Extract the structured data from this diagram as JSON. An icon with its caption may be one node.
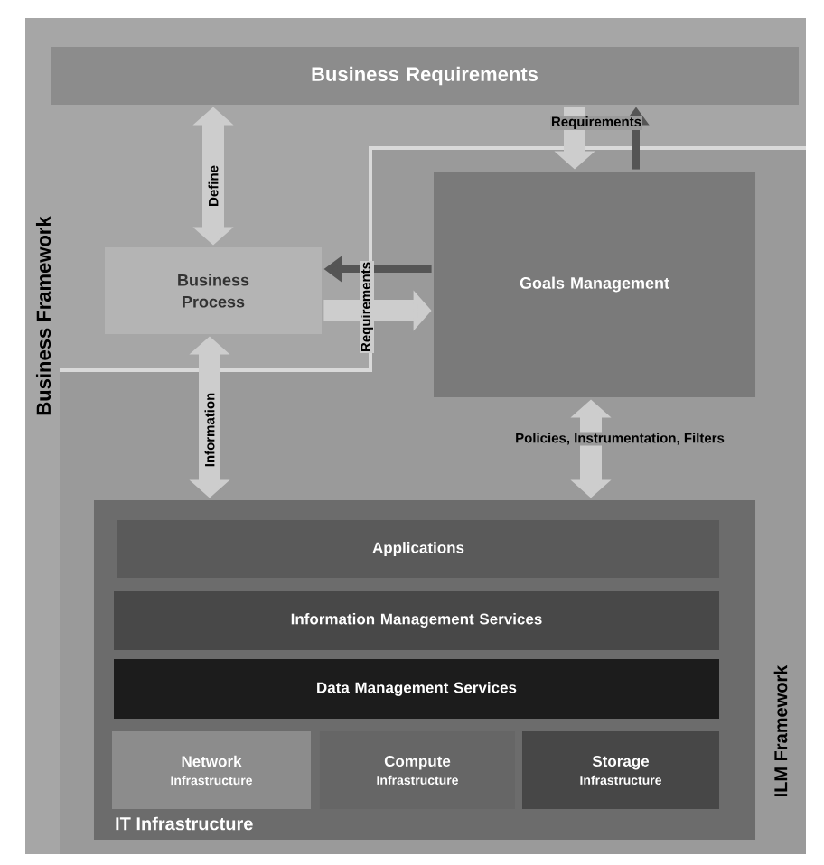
{
  "diagram": {
    "nodes": [
      {
        "text": [
          "Business Framework"
        ]
      },
      {
        "text": [
          "Business Requirements"
        ],
        "in": 0
      },
      {
        "text": [
          "ILM Framework"
        ],
        "in": 0
      },
      {
        "text": [
          "Business Process"
        ],
        "in": 0
      },
      {
        "text": [
          "Goals Management"
        ],
        "in": 2
      },
      {
        "text": [
          "IT Infrastructure"
        ],
        "in": 2
      },
      {
        "text": [
          "Applications"
        ],
        "in": 5
      },
      {
        "text": [
          "Information Management Services"
        ],
        "in": 5
      },
      {
        "text": [
          "Data Management Services"
        ],
        "in": 5
      },
      {
        "text": [
          "Network",
          "Infrastructure"
        ],
        "in": 5
      },
      {
        "text": [
          "Compute",
          "Infrastructure"
        ],
        "in": 5
      },
      {
        "text": [
          "Storage",
          "Infrastructure"
        ],
        "in": 5
      }
    ],
    "edges": [
      {
        "from": 1,
        "to": 3,
        "arrow": "both",
        "label": "Define"
      },
      {
        "from": 1,
        "to": 4,
        "arrow": "to",
        "label": "Requirements"
      },
      {
        "from": 4,
        "to": 1,
        "arrow": "to",
        "color": "#555555"
      },
      {
        "from": 4,
        "to": 3,
        "arrow": "to",
        "color": "#555555"
      },
      {
        "from": 3,
        "to": 4,
        "arrow": "to",
        "label": "Requirements"
      },
      {
        "from": 3,
        "to": 5,
        "arrow": "both",
        "label": "Information"
      },
      {
        "from": 4,
        "to": 5,
        "arrow": "both",
        "label": "Policies, Instrumentation, Filters"
      }
    ]
  }
}
